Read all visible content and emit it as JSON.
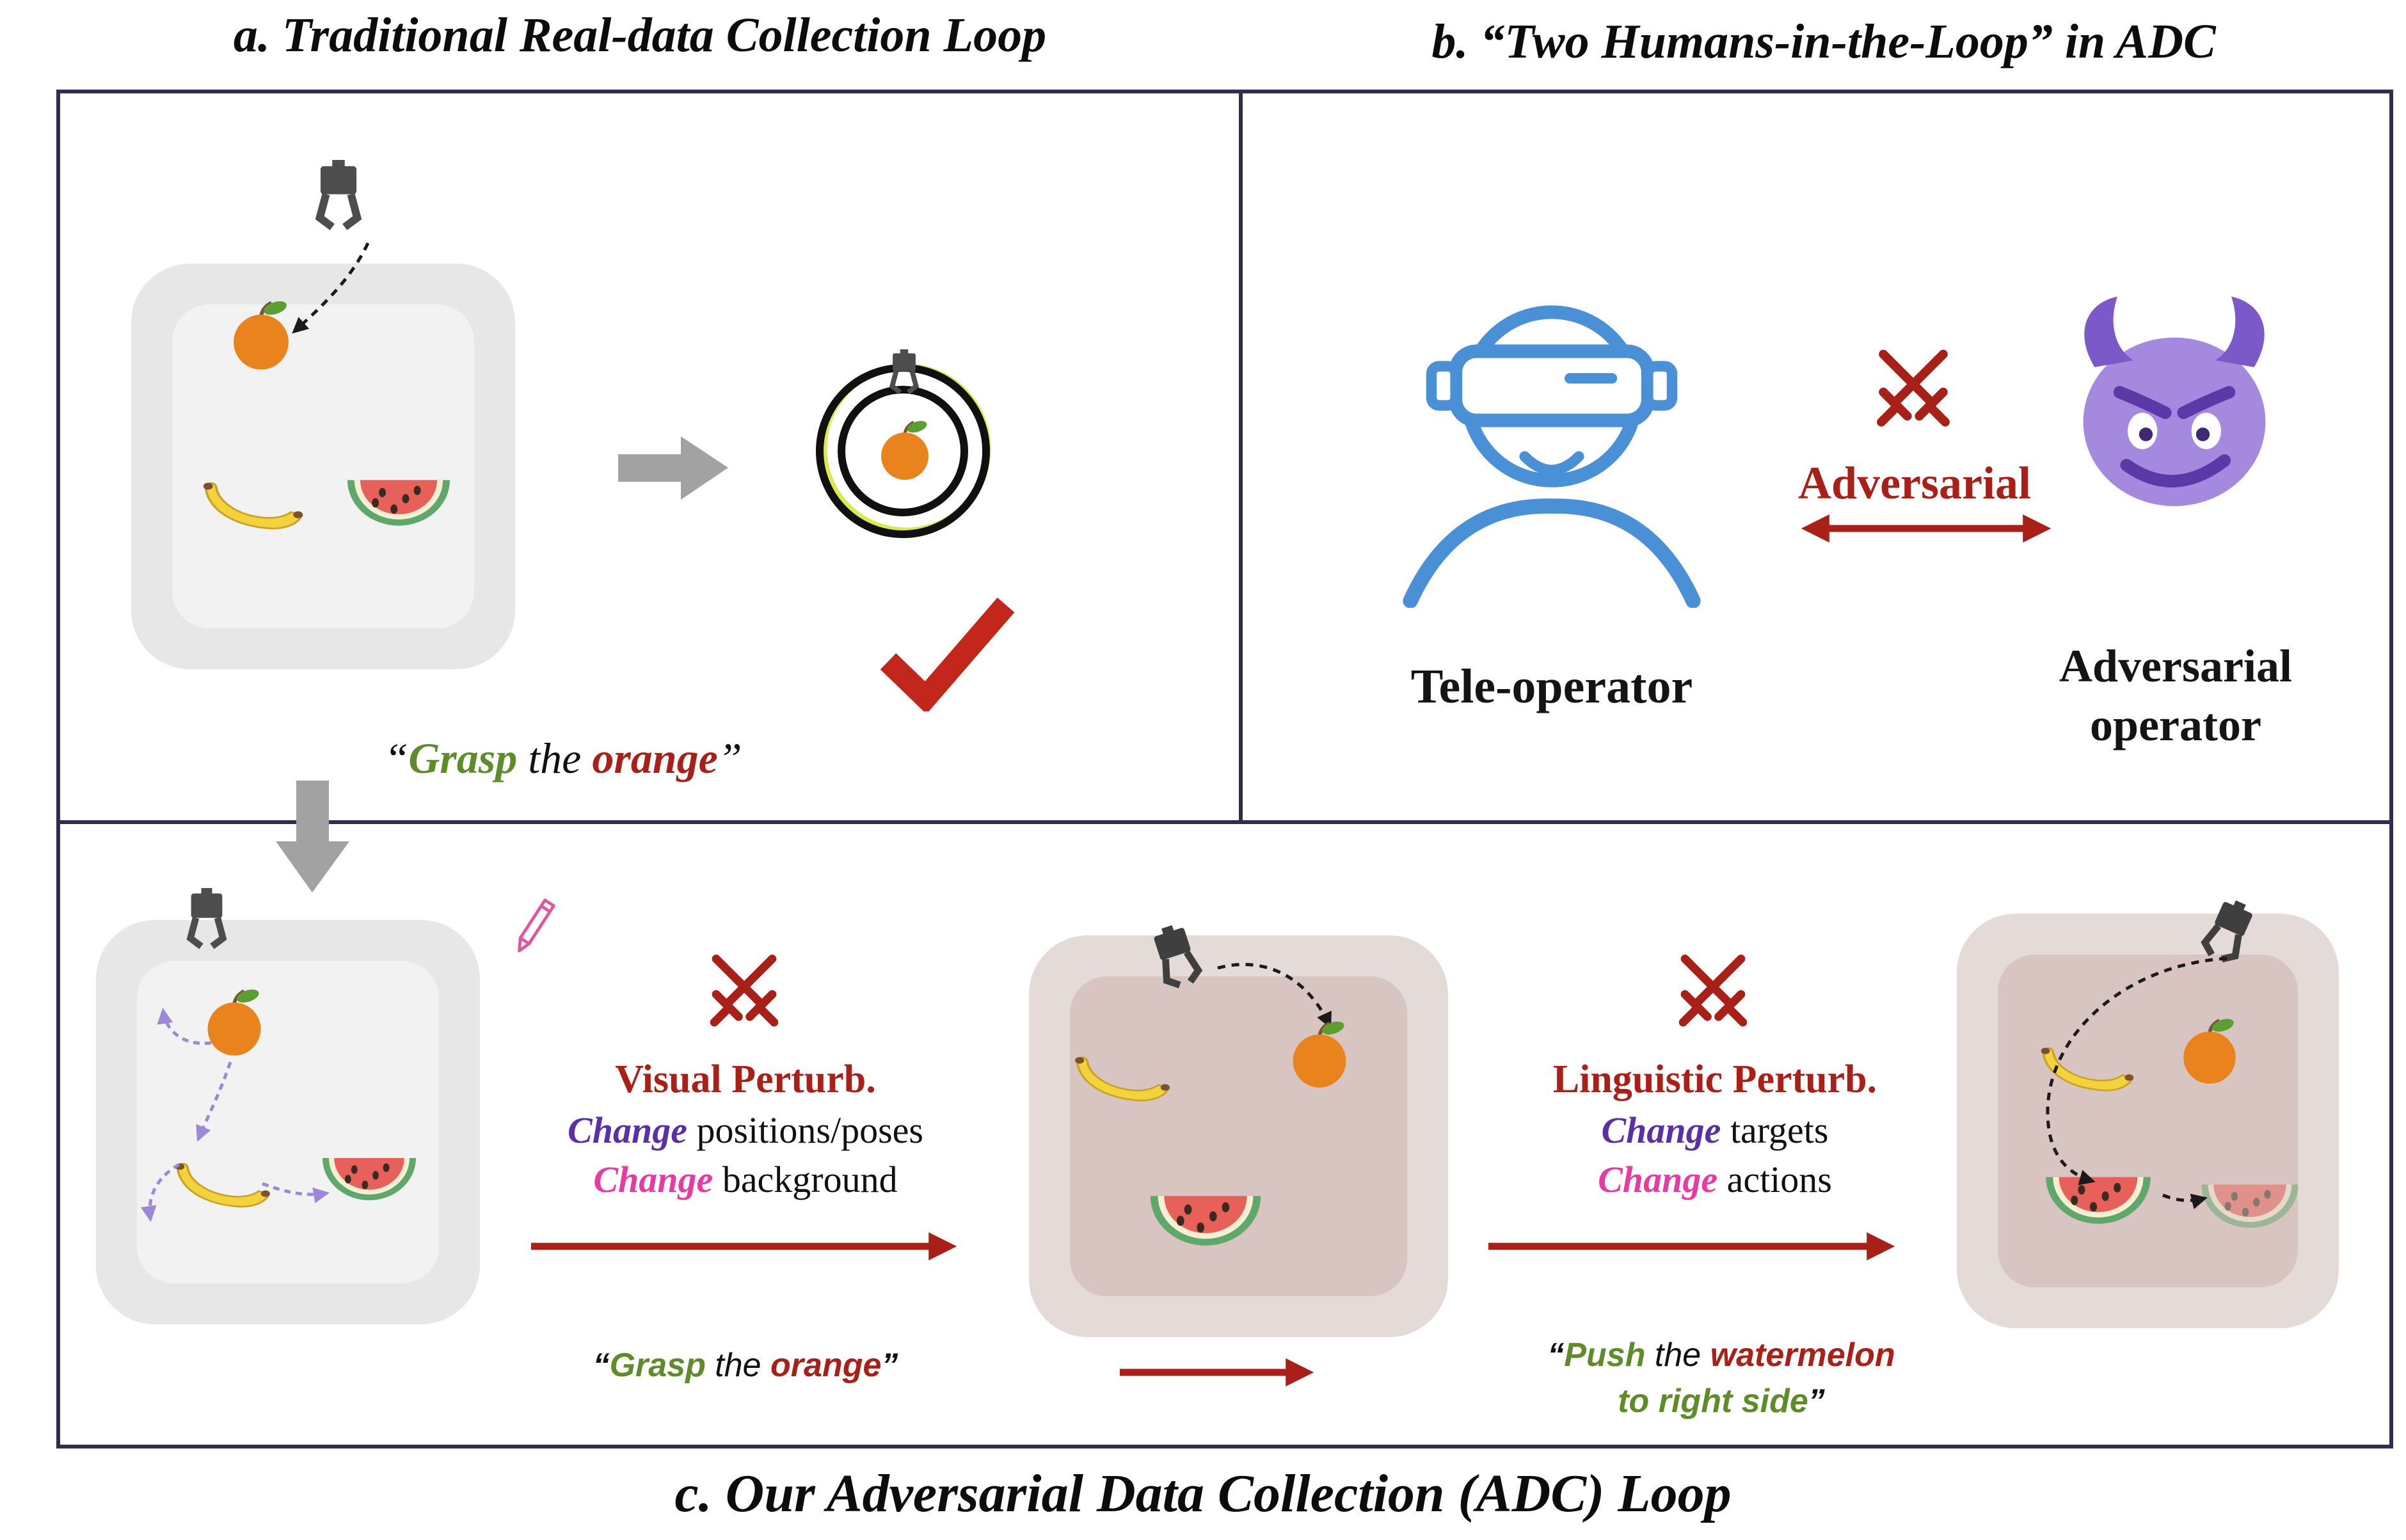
{
  "colors": {
    "frame_navy": "#2E2E50",
    "accent_red": "#A92019",
    "success_green": "#5E8C2A",
    "change_purple": "#5B2FA8",
    "change_magenta": "#E83AA4",
    "teleoperator_blue": "#4A90D6",
    "devil_purple": "#A489DE",
    "gray_arrow": "#A2A2A2",
    "orange_fruit": "#E8831D",
    "banana_yellow": "#F4D23C",
    "watermelon_red": "#E8605A"
  },
  "panel_a": {
    "title": "a. Traditional Real-data Collection Loop",
    "quote": {
      "open": "“",
      "verb": "Grasp",
      "mid": " the ",
      "object": "orange",
      "close": "”"
    }
  },
  "panel_b": {
    "title": "b. “Two Humans-in-the-Loop” in ADC",
    "teleoperator_label": "Tele-operator",
    "adversarial_label": "Adversarial",
    "adversarial_operator_line1": "Adversarial",
    "adversarial_operator_line2": "operator"
  },
  "panel_c": {
    "title": "c. Our Adversarial Data Collection (ADC) Loop",
    "visual_perturb": {
      "title": "Visual Perturb.",
      "change1": "Change",
      "rest1": " positions/poses",
      "change2": "Change",
      "rest2": " background"
    },
    "linguistic_perturb": {
      "title": "Linguistic Perturb.",
      "change1": "Change",
      "rest1": " targets",
      "change2": "Change",
      "rest2": " actions"
    },
    "grasp_quote": {
      "open": "“",
      "verb": "Grasp",
      "mid": " the ",
      "object": "orange",
      "close": "”"
    },
    "push_quote": {
      "open": "“",
      "verb": "Push",
      "mid": " the ",
      "object": "watermelon",
      "line2": "to right side",
      "close": "”"
    }
  }
}
